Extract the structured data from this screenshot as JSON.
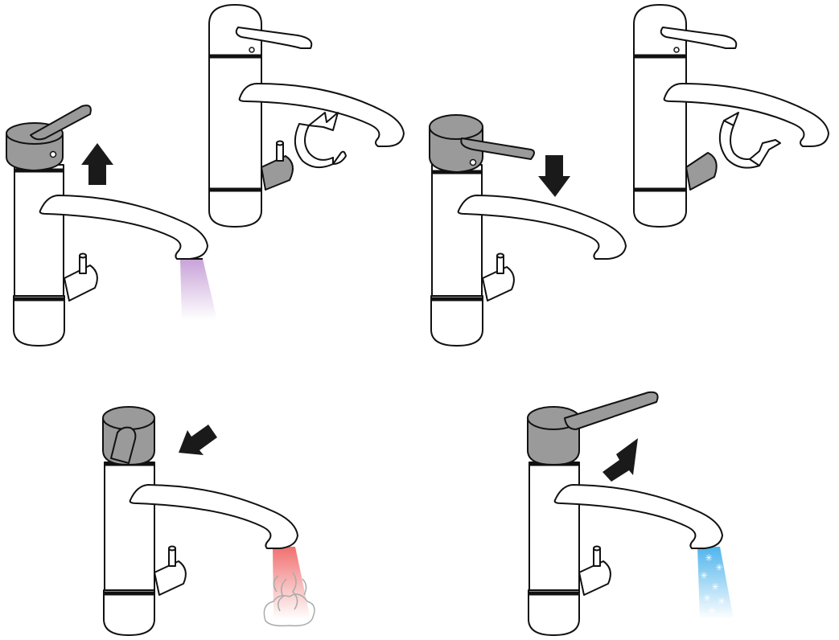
{
  "figure": {
    "panels": [
      {
        "name": "panel-lever-lift-mixed",
        "lever": "lifted",
        "action": "arrow-up",
        "flow": "mixed-water",
        "flow_color": "#c8a2d8"
      },
      {
        "name": "panel-spout-swivel-right",
        "lever": "closed",
        "action": "curved-arrow-swivel",
        "flow": "none"
      },
      {
        "name": "panel-lever-push-down",
        "lever": "lowered",
        "action": "arrow-down",
        "flow": "none"
      },
      {
        "name": "panel-spout-swivel-left",
        "lever": "closed",
        "action": "curved-arrow-swivel",
        "flow": "none"
      },
      {
        "name": "panel-lever-turn-hot",
        "lever": "turned-left",
        "action": "arrow-left",
        "flow": "hot-water",
        "flow_color": "#f07070"
      },
      {
        "name": "panel-lever-turn-cold",
        "lever": "turned-right",
        "action": "arrow-right",
        "flow": "cold-water",
        "flow_color": "#4fb4ec"
      }
    ],
    "colors": {
      "outline": "#111111",
      "lever_gray": "#9a9a9a",
      "hot": "#f07070",
      "cold": "#4fb4ec",
      "mixed": "#c8a2d8"
    }
  }
}
